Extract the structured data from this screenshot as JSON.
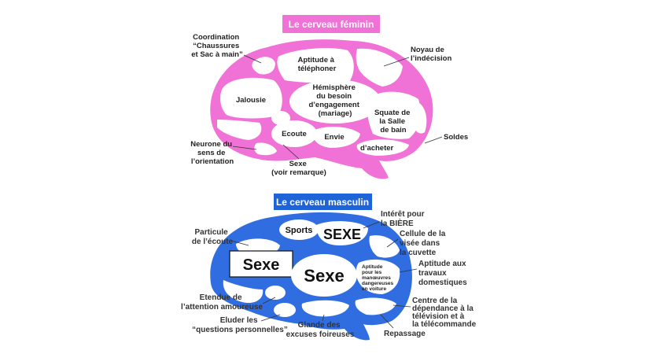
{
  "colors": {
    "pink": "#f172d6",
    "pink_dark": "#e25cc4",
    "blue": "#2f6de0",
    "blue_title": "#1f63d8",
    "region": "#ffffff",
    "text": "#222222"
  },
  "female": {
    "title": "Le cerveau féminin",
    "regions": {
      "telephone": [
        "Aptitude à",
        "téléphoner"
      ],
      "hemisphere": [
        "Hémisphère",
        "du besoin",
        "d’engagement",
        "(mariage)"
      ],
      "jalousie": [
        "Jalousie"
      ],
      "squate": [
        "Squate de",
        "la Salle",
        "de bain"
      ],
      "ecoute": [
        "Ecoute"
      ],
      "envie": [
        "Envie"
      ]
    },
    "labels": {
      "coordination": [
        "Coordination",
        "“Chaussures",
        "et Sac à main”"
      ],
      "noyau": [
        "Noyau de",
        "l’indécision"
      ],
      "soldes": [
        "Soldes"
      ],
      "acheter": [
        "d’acheter"
      ],
      "neurone": [
        "Neurone du",
        "sens de",
        "l’orientation"
      ],
      "sexe": [
        "Sexe",
        "(voir remarque)"
      ]
    }
  },
  "male": {
    "title": "Le cerveau masculin",
    "regions": {
      "sports": [
        "Sports"
      ],
      "sexe_top": [
        "SEXE"
      ],
      "sexe_box": [
        "Sexe"
      ],
      "sexe_center": [
        "Sexe"
      ],
      "aptitude_small": [
        "Aptitude",
        "pour les",
        "manœuvres",
        "dangereuses",
        "en voiture"
      ]
    },
    "labels": {
      "biere": [
        "Intérêt pour",
        "la BIÈRE"
      ],
      "cellule": [
        "Cellule de la",
        "visée dans",
        "la cuvette"
      ],
      "travaux": [
        "Aptitude aux",
        "travaux",
        "domestiques"
      ],
      "particule": [
        "Particule",
        "de l’écoute"
      ],
      "etendue": [
        "Etendue de",
        "l’attention amoureuse"
      ],
      "eluder": [
        "Eluder les",
        "“questions personnelles”"
      ],
      "glande": [
        "Glande des",
        "excuses foireuses"
      ],
      "dependance": [
        "Centre de la",
        "dépendance à la",
        "télévision et à",
        "la télécommande"
      ],
      "repassage": [
        "Repassage"
      ]
    }
  }
}
